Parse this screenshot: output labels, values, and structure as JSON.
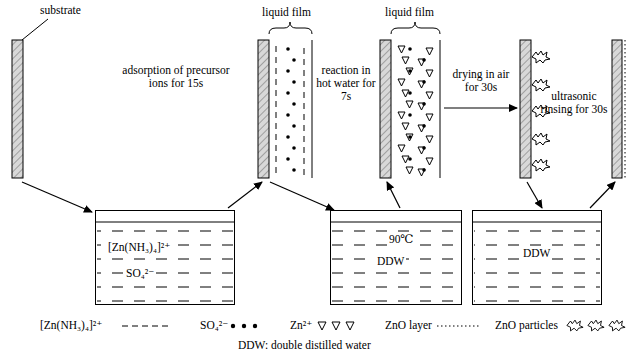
{
  "diagram": {
    "nodes": [
      {
        "text": [
          "[Zn(NH₃)₄]²⁺",
          "SO₄²⁻"
        ]
      },
      {
        "text": [
          "90℃",
          "DDW"
        ]
      },
      {
        "text": [
          "DDW"
        ]
      }
    ],
    "labels": [
      "substrate",
      "liquid film",
      "liquid film",
      "adsorption of precursor ions for 15s",
      "reaction in hot water for 7s",
      "drying in air for 30s",
      "ultrasonic rinsing for 30s",
      "DDW: double distilled water"
    ],
    "legend": [
      {
        "text": "[Zn(NH₃)₄]²⁺"
      },
      {
        "text": "SO₄²⁻"
      },
      {
        "text": "Zn²⁺"
      },
      {
        "text": "ZnO layer"
      },
      {
        "text": "ZnO particles"
      }
    ]
  }
}
